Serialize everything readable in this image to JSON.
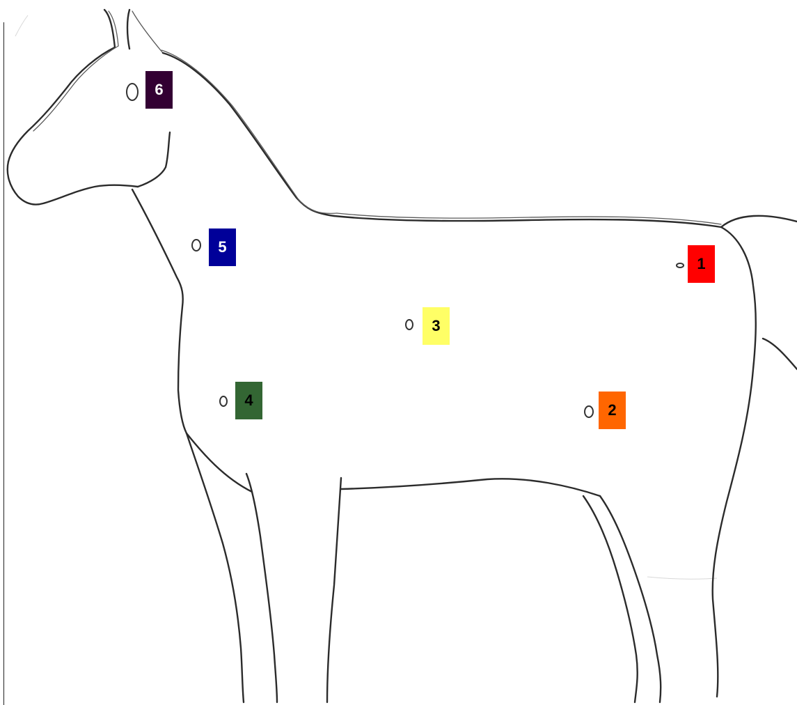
{
  "labels": [
    {
      "id": "1",
      "text": "1",
      "color": "#ff0000",
      "text_color": "#000000"
    },
    {
      "id": "2",
      "text": "2",
      "color": "#ff6600",
      "text_color": "#000000"
    },
    {
      "id": "3",
      "text": "3",
      "color": "#ffff66",
      "text_color": "#000000"
    },
    {
      "id": "4",
      "text": "4",
      "color": "#336633",
      "text_color": "#000000"
    },
    {
      "id": "5",
      "text": "5",
      "color": "#000099",
      "text_color": "#ffffff"
    },
    {
      "id": "6",
      "text": "6",
      "color": "#330033",
      "text_color": "#ffffff"
    }
  ]
}
